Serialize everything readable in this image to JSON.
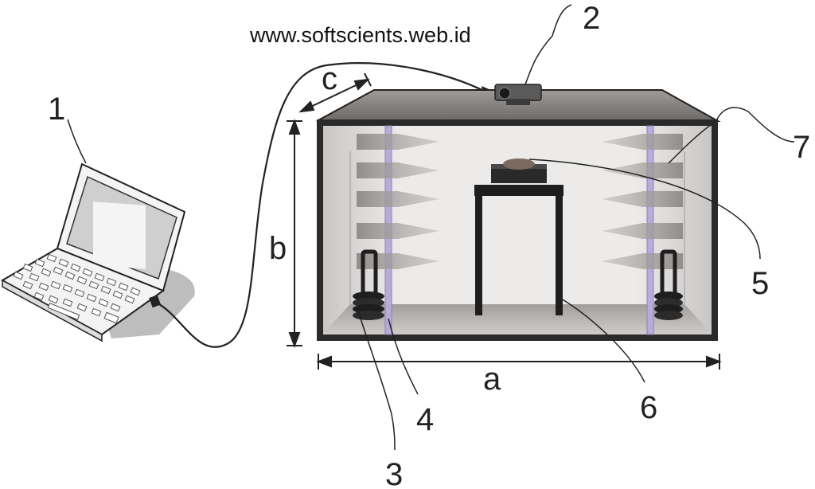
{
  "watermark": "www.softscients.web.id",
  "labels": {
    "n1": "1",
    "n2": "2",
    "n3": "3",
    "n4": "4",
    "n5": "5",
    "n6": "6",
    "n7": "7",
    "a": "a",
    "b": "b",
    "c": "c"
  },
  "colors": {
    "outline": "#222222",
    "frame": "#2a2a2a",
    "top_face": "#7d7a78",
    "interior": "#e6e4e3",
    "floor": "#b9b6b3",
    "uv_lamp": "#b7a8d8",
    "light_beam": "#9a9896",
    "laptop_body": "#f2f2f2",
    "laptop_shadow": "#bdbdbd"
  }
}
